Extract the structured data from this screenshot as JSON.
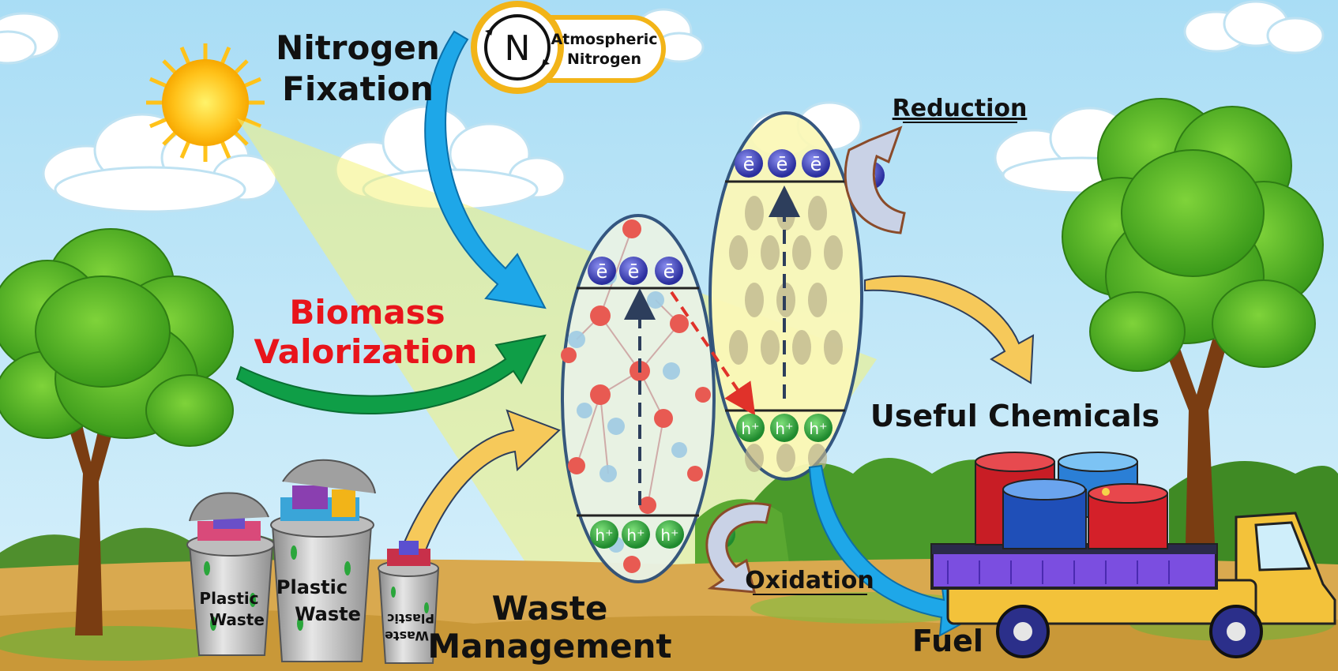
{
  "labels": {
    "nitrogen_fixation_1": "Nitrogen",
    "nitrogen_fixation_2": "Fixation",
    "atmospheric_1": "Atmospheric",
    "atmospheric_2": "Nitrogen",
    "n_symbol": "N",
    "biomass_1": "Biomass",
    "biomass_2": "Valorization",
    "waste_1": "Waste",
    "waste_2": "Management",
    "reduction": "Reduction",
    "oxidation": "Oxidation",
    "useful_chemicals": "Useful Chemicals",
    "fuel": "Fuel",
    "bin1_1": "Plastic",
    "bin1_2": "Waste",
    "bin2_1": "Plastic",
    "bin2_2": "Waste",
    "bin3_1": "Plastic",
    "bin3_2": "Waste",
    "electron": "ē",
    "hole": "h⁺"
  },
  "colors": {
    "biomass_text": "#e8141b",
    "nitrogen_arrow": "#1ea7e8",
    "biomass_arrow": "#0f9e47",
    "waste_arrow": "#f6c95a",
    "chemicals_arrow": "#f6c95a",
    "fuel_arrow": "#1ea7e8",
    "electron": "#3a3fb8",
    "hole": "#2aa63b"
  }
}
